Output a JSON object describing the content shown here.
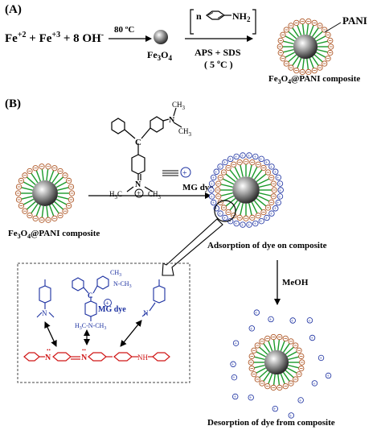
{
  "panel_a": {
    "label": "(A)",
    "reactants": "Fe+2 + Fe+3 + 8 OH-",
    "condition_temp": "80 ºC",
    "product": "Fe3O4",
    "monomer_n": "n",
    "monomer_group": "NH2",
    "reaction_conditions": "APS + SDS",
    "reaction_temp": "( 5 ºC )",
    "pani_label": "PANI",
    "composite_label": "Fe3O4@PANI composite"
  },
  "panel_b": {
    "label": "(B)",
    "composite_label": "Fe3O4@PANI composite",
    "dye_label": "MG dye",
    "dye_n_methyl": "CH3",
    "dye_left_methyl": "H3C",
    "dye_right_methyl": "CH3",
    "dye_carbon": "C",
    "dye_nitrogen": "N",
    "adsorption_label": "Adsorption of dye on composite",
    "eluent": "MeOH",
    "desorption_label": "Desorption of dye from composite",
    "inset_dye_label": "MG dye",
    "inset_nh": "NH",
    "inset_n": "N"
  },
  "colors": {
    "pani_chain": "#1a9a2a",
    "surfactant_ring": "#b05a2a",
    "dye_blue": "#1a2fa0",
    "pani_red": "#d01818"
  }
}
